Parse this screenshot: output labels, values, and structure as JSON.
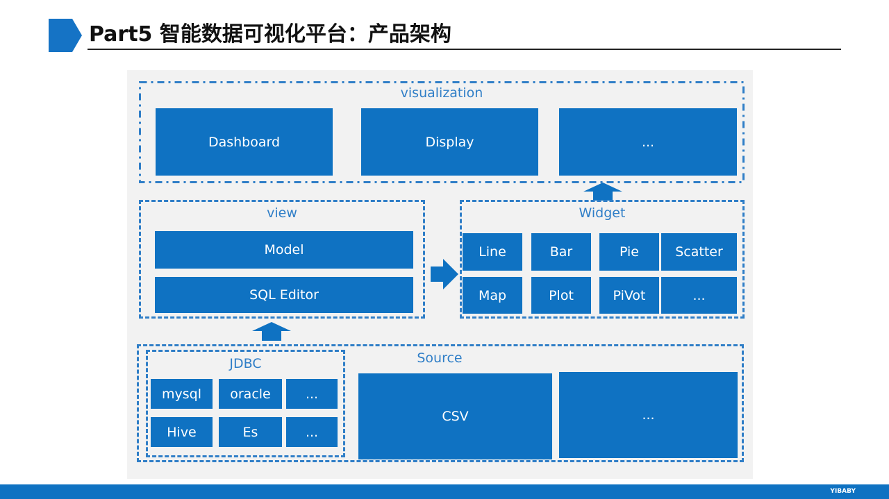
{
  "title": "Part5 智能数据可视化平台：产品架构",
  "footer": {
    "brand": "YIBABY"
  },
  "colors": {
    "primary": "#0f72c2",
    "outline": "#2f7ec7",
    "canvas": "#f2f2f2"
  },
  "visualization": {
    "label": "visualization",
    "items": [
      "Dashboard",
      "Display",
      "..."
    ]
  },
  "view": {
    "label": "view",
    "items": [
      "Model",
      "SQL Editor"
    ]
  },
  "widget": {
    "label": "Widget",
    "items": [
      "Line",
      "Bar",
      "Pie",
      "Scatter",
      "Map",
      "Plot",
      "PiVot",
      "..."
    ]
  },
  "source": {
    "label": "Source",
    "items": [
      "CSV",
      "..."
    ],
    "jdbc": {
      "label": "JDBC",
      "items": [
        "mysql",
        "oracle",
        "...",
        "Hive",
        "Es",
        "..."
      ]
    }
  }
}
